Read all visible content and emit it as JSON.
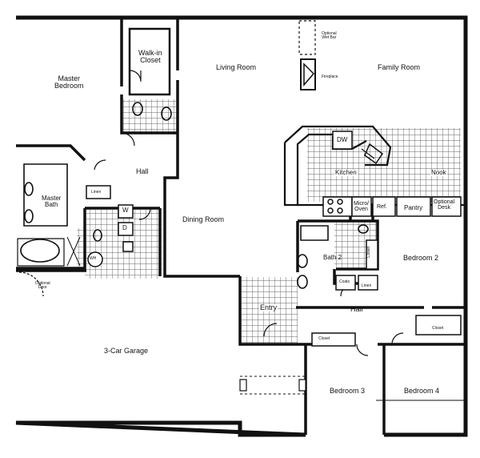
{
  "colors": {
    "wall": "#111111",
    "tile_grid": "#333333",
    "background": "#ffffff"
  },
  "rooms": {
    "master_bedroom": "Master\nBedroom",
    "walk_in_closet": "Walk-in\nCloset",
    "living_room": "Living Room",
    "family_room": "Family Room",
    "optional_wet_bar": "Optional\nWet Bar",
    "fireplace": "Fireplace",
    "hall_upper": "Hall",
    "master_bath": "Master\nBath",
    "linen_master": "Linen",
    "washer": "W",
    "dryer": "D",
    "water_heater": "WH",
    "dining_room": "Dining Room",
    "dishwasher": "DW",
    "kitchen": "Kitchen",
    "nook": "Nook",
    "micro_oven": "Micro/\nOven",
    "refrigerator": "Ref.",
    "pantry": "Pantry",
    "optional_desk": "Optional\nDesk",
    "bath_2": "Bath 2",
    "closet_bath2": "Closet",
    "bedroom_2": "Bedroom 2",
    "coats": "Coats",
    "linen_hall": "Linen",
    "hall_lower": "Hall",
    "entry": "Entry",
    "closet_bed4": "Closet",
    "closet_bed3": "Closet",
    "garage": "3-Car Garage",
    "optional_door": "Optional\nDoor",
    "bedroom_3": "Bedroom 3",
    "bedroom_4": "Bedroom 4"
  }
}
